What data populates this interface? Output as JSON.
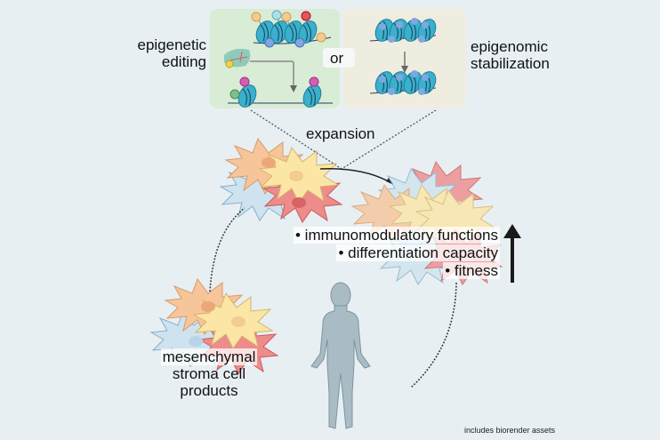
{
  "labels": {
    "epigenetic_editing": [
      "epigenetic",
      "editing"
    ],
    "or": "or",
    "epigenomic_stabilization": [
      "epigenomic",
      "stabilization"
    ],
    "expansion": "expansion",
    "benefits": [
      "• immunomodulatory functions",
      "• differentiation  capacity",
      "• fitness"
    ],
    "msc_products": [
      "mesenchymal",
      "stroma cell",
      "products"
    ],
    "footer": "includes biorender assets"
  },
  "colors": {
    "background": "#e8eff2",
    "editing_panel": "#d8ecd6",
    "stabilization_panel": "#efede0",
    "nucleosome": "#3ab0cc",
    "cell_orange": "#f6c59a",
    "cell_yellow": "#fbe6a6",
    "cell_red": "#ee8c8c",
    "cell_blue": "#cfe3ee",
    "human": "#a9bcc6",
    "arrow": "#222222"
  }
}
